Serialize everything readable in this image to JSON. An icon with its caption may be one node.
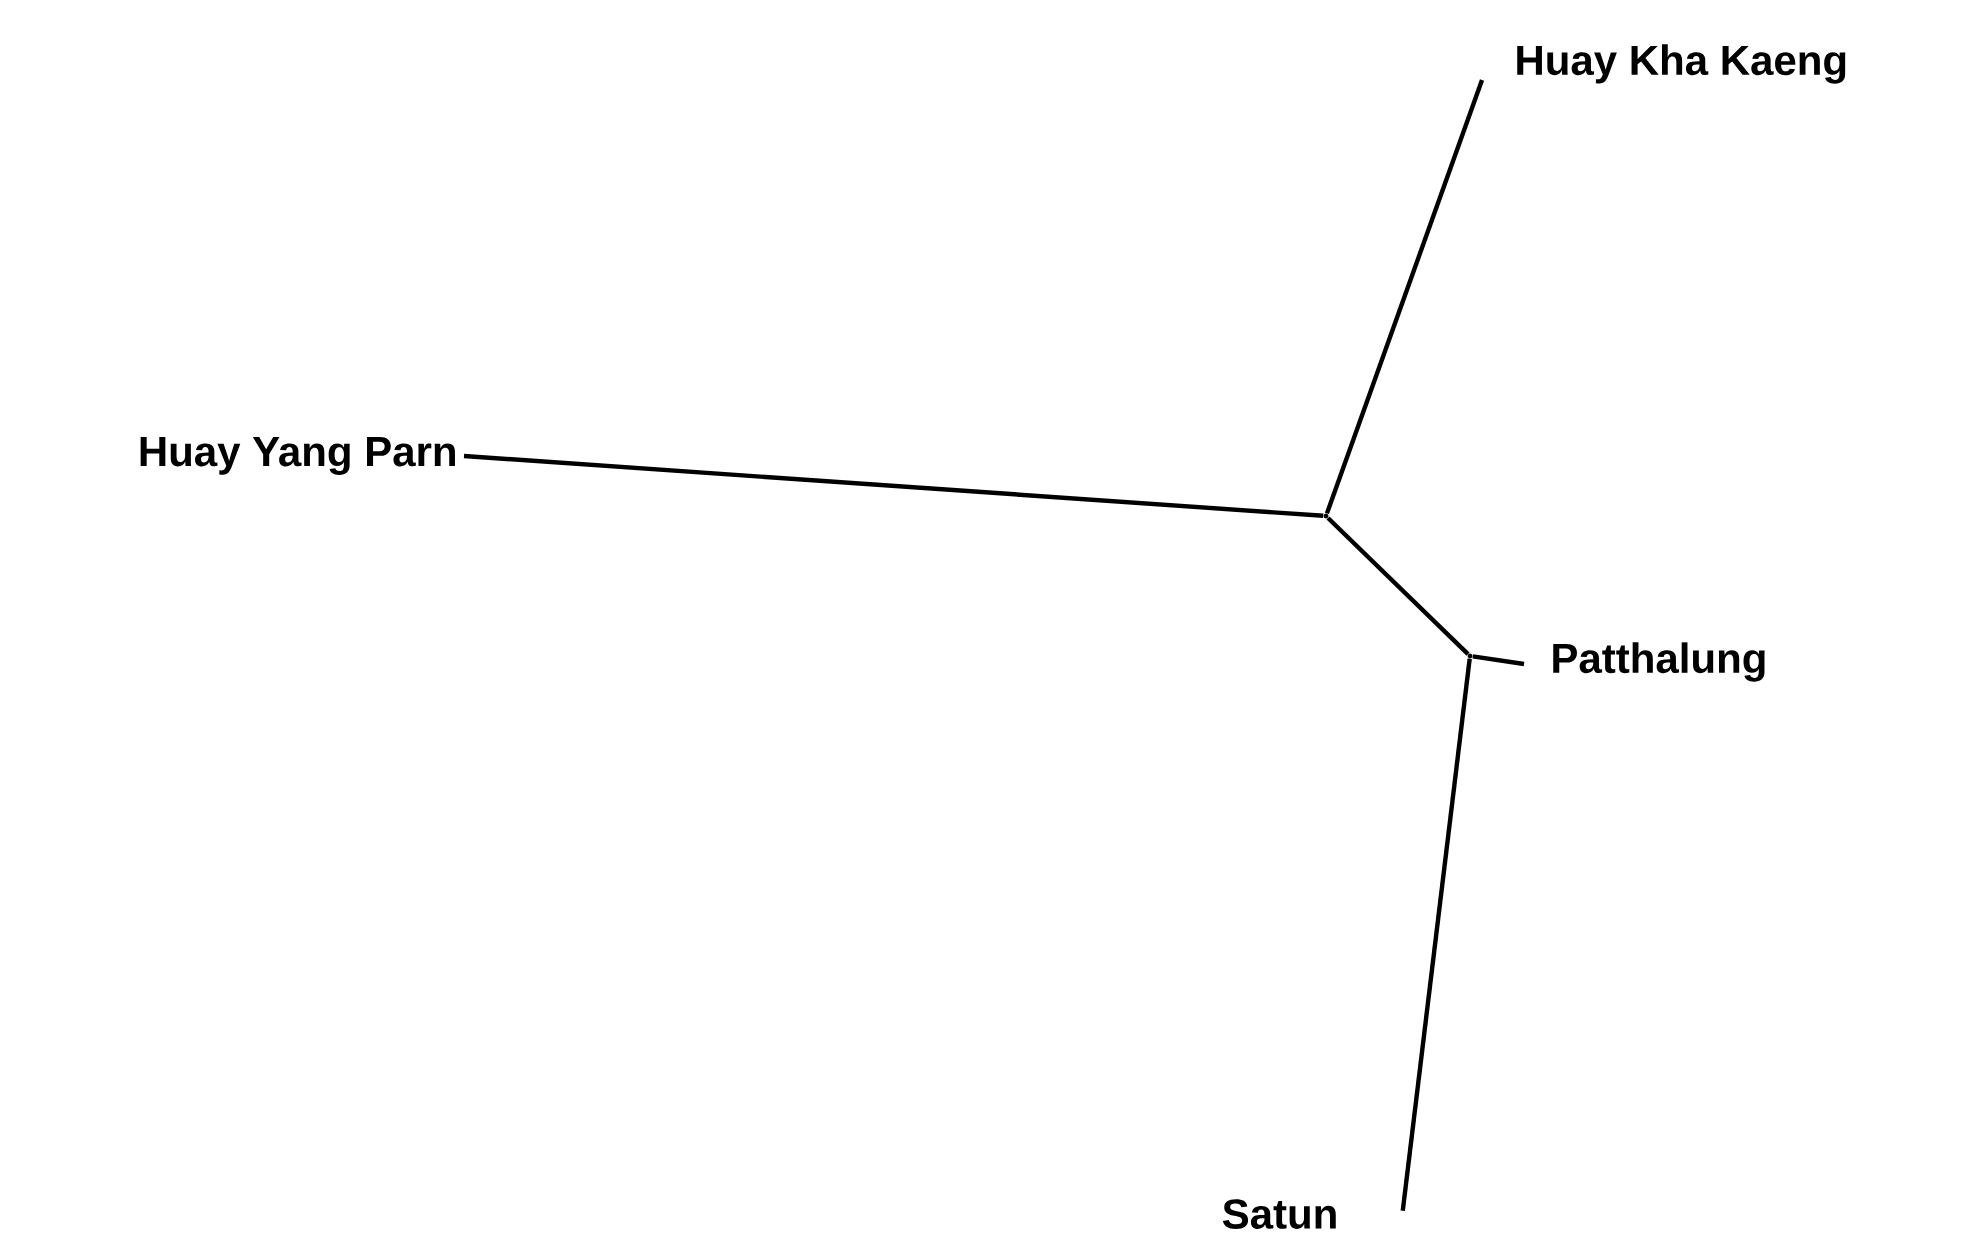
{
  "diagram": {
    "nodes": [
      {
        "text": [
          "Huay Kha Kaeng"
        ]
      },
      {
        "text": [
          "Huay Yang Parn"
        ]
      },
      {
        "text": [
          "Patthalung"
        ]
      },
      {
        "text": [
          "Satun"
        ]
      },
      {
        "text": [],
        "shape": "point"
      },
      {
        "text": [],
        "shape": "point"
      }
    ],
    "edges": [
      {
        "from": 4,
        "to": 0,
        "arrow": "none"
      },
      {
        "from": 4,
        "to": 1,
        "arrow": "none"
      },
      {
        "from": 4,
        "to": 5,
        "arrow": "none"
      },
      {
        "from": 5,
        "to": 2,
        "arrow": "none"
      },
      {
        "from": 5,
        "to": 3,
        "arrow": "none"
      }
    ]
  }
}
